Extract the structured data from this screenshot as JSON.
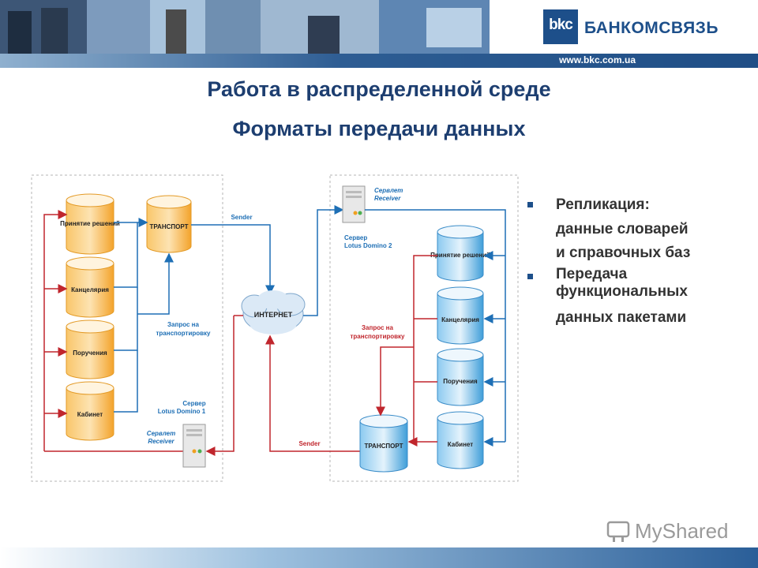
{
  "header": {
    "url": "www.bkc.com.ua",
    "logo_abbr": "bkc",
    "logo_name": "БАНКОМСВЯЗЬ"
  },
  "title": {
    "line1": "Работа в распределенной среде",
    "line2": "Форматы передачи данных"
  },
  "diagram": {
    "left": {
      "dbs": [
        "Принятие решений",
        "Канцелярия",
        "Поручения",
        "Кабинет"
      ],
      "transport": "ТРАНСПОРТ",
      "request": [
        "Запрос на",
        "транспортировку"
      ],
      "server": [
        "Сервер",
        "Lotus Domino 1"
      ],
      "servlet": [
        "Сервлет",
        "Receiver"
      ]
    },
    "sender_top": "Sender",
    "sender_bottom": "Sender",
    "internet": "ИНТЕРНЕТ",
    "right": {
      "servlet": [
        "Сервлет",
        "Receiver"
      ],
      "server": [
        "Сервер",
        "Lotus Domino 2"
      ],
      "dbs": [
        "Принятие решений",
        "Канцелярия",
        "Поручения",
        "Кабинет"
      ],
      "transport": "ТРАНСПОРТ",
      "request": [
        "Запрос на",
        "транспортировку"
      ]
    },
    "colors": {
      "orange": "#f5a623",
      "blue": "#3a9bd9",
      "red": "#c0262d",
      "arrow_blue": "#1e6fb5"
    }
  },
  "bullets": [
    {
      "line1": "Репликация:",
      "line2": "данные словарей",
      "line3": "и справочных баз"
    },
    {
      "line1": "Передача",
      "line2": "функциональных",
      "line3": "данных пакетами"
    }
  ],
  "watermark": "MyShared"
}
